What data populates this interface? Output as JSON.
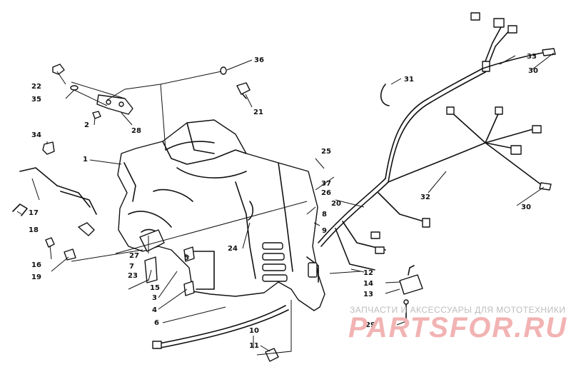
{
  "diagram": {
    "labels": [
      {
        "id": "l1",
        "text": "1"
      },
      {
        "id": "l2",
        "text": "2"
      },
      {
        "id": "l3",
        "text": "3"
      },
      {
        "id": "l4",
        "text": "4"
      },
      {
        "id": "l5",
        "text": "5"
      },
      {
        "id": "l6",
        "text": "6"
      },
      {
        "id": "l7",
        "text": "7"
      },
      {
        "id": "l8",
        "text": "8"
      },
      {
        "id": "l9",
        "text": "9"
      },
      {
        "id": "l10",
        "text": "10"
      },
      {
        "id": "l11",
        "text": "11"
      },
      {
        "id": "l12",
        "text": "12"
      },
      {
        "id": "l13",
        "text": "13"
      },
      {
        "id": "l14",
        "text": "14"
      },
      {
        "id": "l15",
        "text": "15"
      },
      {
        "id": "l16",
        "text": "16"
      },
      {
        "id": "l17",
        "text": "17"
      },
      {
        "id": "l18",
        "text": "18"
      },
      {
        "id": "l19",
        "text": "19"
      },
      {
        "id": "l20",
        "text": "20"
      },
      {
        "id": "l21",
        "text": "21"
      },
      {
        "id": "l22",
        "text": "22"
      },
      {
        "id": "l23",
        "text": "23"
      },
      {
        "id": "l24",
        "text": "24"
      },
      {
        "id": "l25",
        "text": "25"
      },
      {
        "id": "l26",
        "text": "26"
      },
      {
        "id": "l27",
        "text": "27"
      },
      {
        "id": "l28",
        "text": "28"
      },
      {
        "id": "l29",
        "text": "29"
      },
      {
        "id": "l30a",
        "text": "30"
      },
      {
        "id": "l30b",
        "text": "30"
      },
      {
        "id": "l31",
        "text": "31"
      },
      {
        "id": "l32",
        "text": "32"
      },
      {
        "id": "l33",
        "text": "33"
      },
      {
        "id": "l34",
        "text": "34"
      },
      {
        "id": "l35",
        "text": "35"
      },
      {
        "id": "l36",
        "text": "36"
      },
      {
        "id": "l37",
        "text": "37"
      }
    ]
  },
  "watermark": {
    "caption": "ЗАПЧАСТИ И АКСЕССУАРЫ ДЛЯ МОТОТЕХНИКИ",
    "logo": "PARTSFOR.RU"
  }
}
